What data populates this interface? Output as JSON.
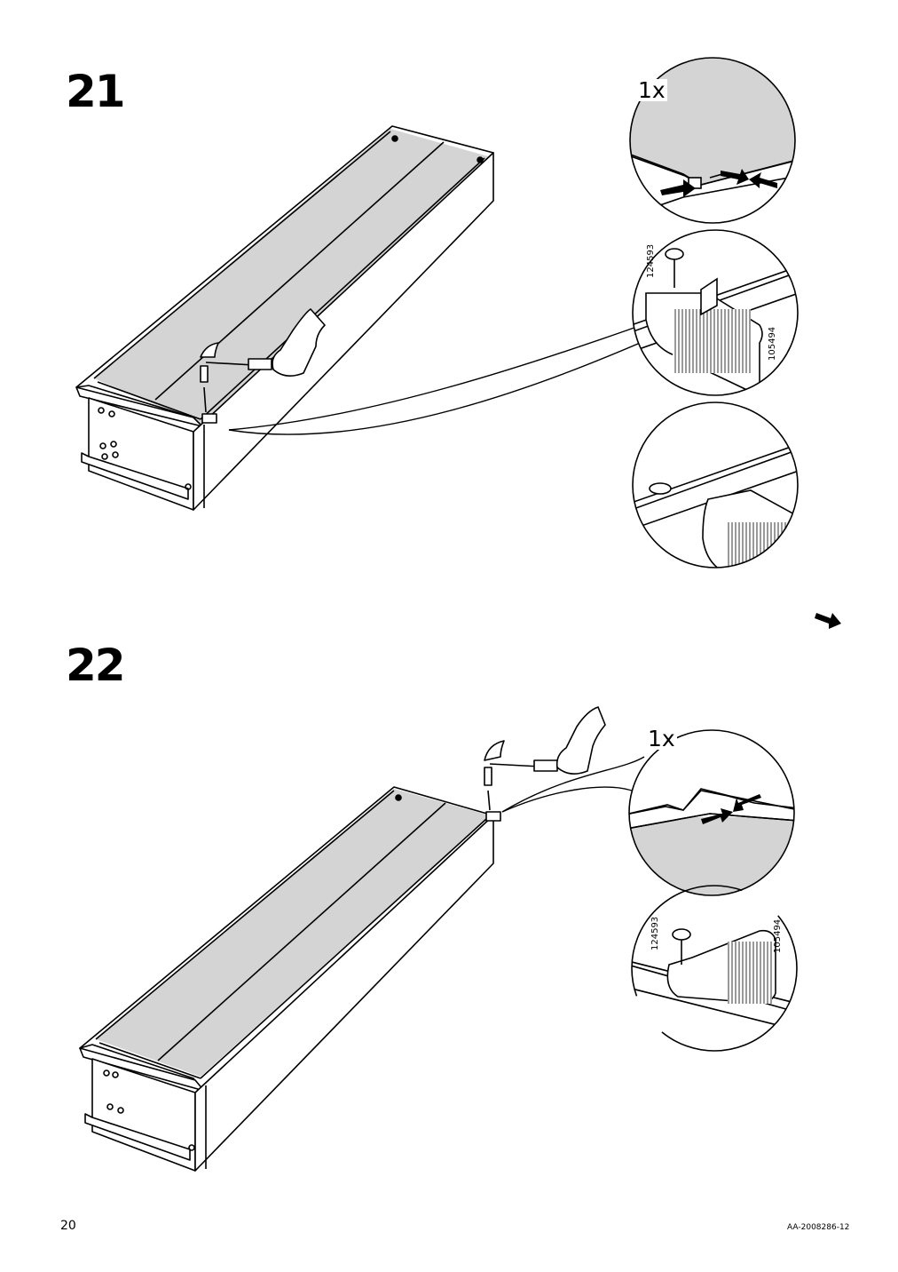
{
  "steps": [
    {
      "number": "21",
      "quantity": "1x",
      "part_numbers": [
        "124593",
        "105494"
      ]
    },
    {
      "number": "22",
      "quantity": "1x",
      "part_numbers": [
        "124593",
        "105494"
      ]
    }
  ],
  "footer": {
    "page_number": "20",
    "document_id": "AA-2008286-12"
  },
  "colors": {
    "panel_fill": "#d4d4d4",
    "line": "#000000",
    "background": "#ffffff"
  }
}
